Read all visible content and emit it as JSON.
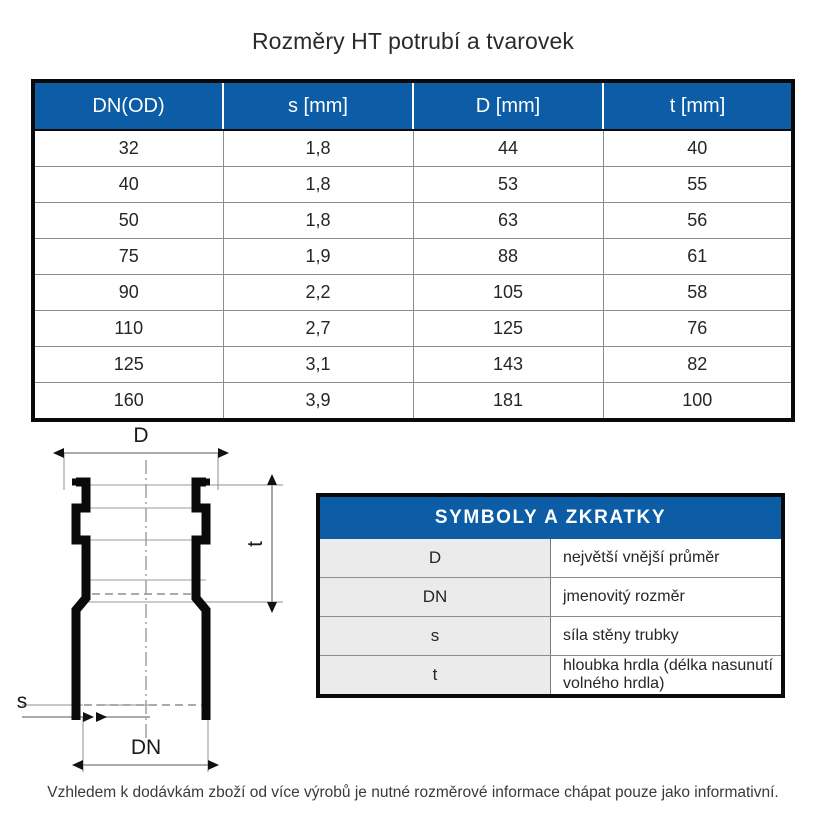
{
  "title": "Rozměry HT potrubí a tvarovek",
  "dimensions_table": {
    "headers": [
      "DN(OD)",
      "s [mm]",
      "D [mm]",
      "t [mm]"
    ],
    "rows": [
      [
        "32",
        "1,8",
        "44",
        "40"
      ],
      [
        "40",
        "1,8",
        "53",
        "55"
      ],
      [
        "50",
        "1,8",
        "63",
        "56"
      ],
      [
        "75",
        "1,9",
        "88",
        "61"
      ],
      [
        "90",
        "2,2",
        "105",
        "58"
      ],
      [
        "110",
        "2,7",
        "125",
        "76"
      ],
      [
        "125",
        "3,1",
        "143",
        "82"
      ],
      [
        "160",
        "3,9",
        "181",
        "100"
      ]
    ]
  },
  "symbols_table": {
    "header": "SYMBOLY A ZKRATKY",
    "rows": [
      {
        "symbol": "D",
        "meaning": "největší vnější průměr"
      },
      {
        "symbol": "DN",
        "meaning": "jmenovitý rozměr"
      },
      {
        "symbol": "s",
        "meaning": "síla stěny trubky"
      },
      {
        "symbol": "t",
        "meaning": "hloubka hrdla (délka nasunutí volného hrdla)"
      }
    ]
  },
  "drawing": {
    "label_D": "D",
    "label_t": "t",
    "label_s": "s",
    "label_DN": "DN"
  },
  "footer": "Vzhledem k dodávkám zboží od více výrobů je nutné rozměrové informace chápat pouze jako informativní.",
  "colors": {
    "header_blue": "#0c5ca6",
    "key_gray": "#ebebeb",
    "border_black": "#0a0a0a",
    "grid_gray": "#8c8c8c"
  }
}
